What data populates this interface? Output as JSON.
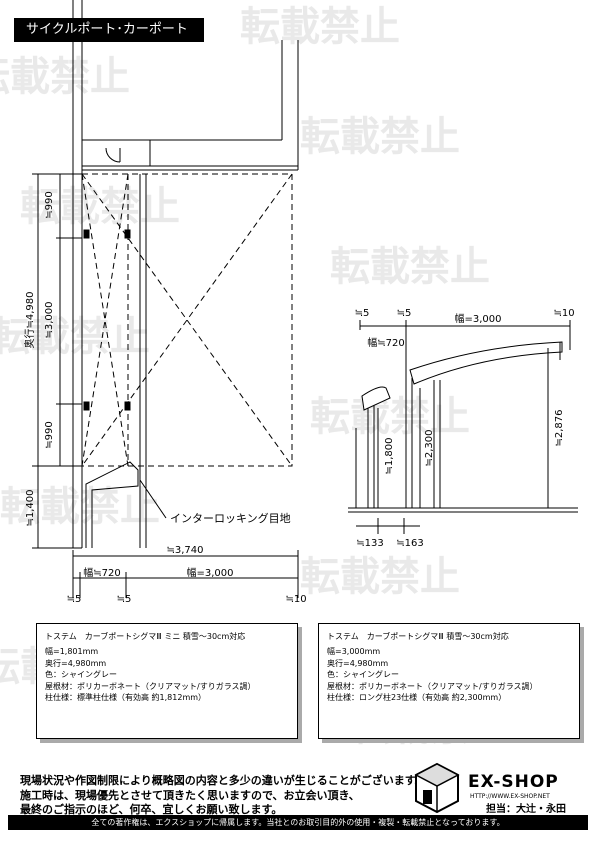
{
  "header": {
    "title": "サイクルポート･カーポート"
  },
  "watermark": {
    "text": "転載禁止"
  },
  "plan": {
    "dim_top": "≒990",
    "dim_mid": "≒3,000",
    "dim_bot": "≒990",
    "depth_total": "奥行≒4,980",
    "dim_lower": "≒1,400",
    "width_total": "≒3,740",
    "width_small": "幅≒720",
    "width_big": "幅=3,000",
    "gap_left": "≒5",
    "gap_mid": "≒5",
    "gap_right": "≒10",
    "callout": "インターロッキング目地"
  },
  "elevation": {
    "gap_left": "≒5",
    "gap_mid": "≒5",
    "gap_right": "≒10",
    "width_big": "幅=3,000",
    "width_small": "幅≒720",
    "height_small": "≒1,800",
    "height_mid": "≒2,300",
    "height_total": "≒2,876",
    "post_off_a": "≒133",
    "post_off_b": "≒163"
  },
  "spec_left": {
    "title": "トステム　カーブポートシグマⅢ ミニ 積雪～30cm対応",
    "lines": [
      "幅=1,801mm",
      "奥行=4,980mm",
      "色：シャイングレー",
      "屋根材：ポリカーボネート（クリアマット/すりガラス調）",
      "柱仕様：標準柱仕様（有効高 約1,812mm）"
    ]
  },
  "spec_right": {
    "title": "トステム　カーブポートシグマⅢ 積雪～30cm対応",
    "lines": [
      "幅=3,000mm",
      "奥行=4,980mm",
      "色：シャイングレー",
      "屋根材：ポリカーボネート（クリアマット/すりガラス調）",
      "柱仕様：ロング柱23仕様（有効高 約2,300mm）"
    ]
  },
  "notes": [
    "現場状況や作図制限により概略図の内容と多少の違いが生じることがございます。",
    "施工時は、現場優先とさせて頂きたく思いますので、お立会い頂き、",
    "最終のご指示のほど、何卒、宜しくお願い致します。"
  ],
  "brand": {
    "name": "EX-SHOP",
    "url": "HTTP://WWW.EX-SHOP.NET",
    "staff": "担当：大辻・永田"
  },
  "footer": {
    "text": "全ての著作権は、エクスショップに帰属します。当社とのお取引目的外の使用・複製・転載禁止となっております。"
  }
}
